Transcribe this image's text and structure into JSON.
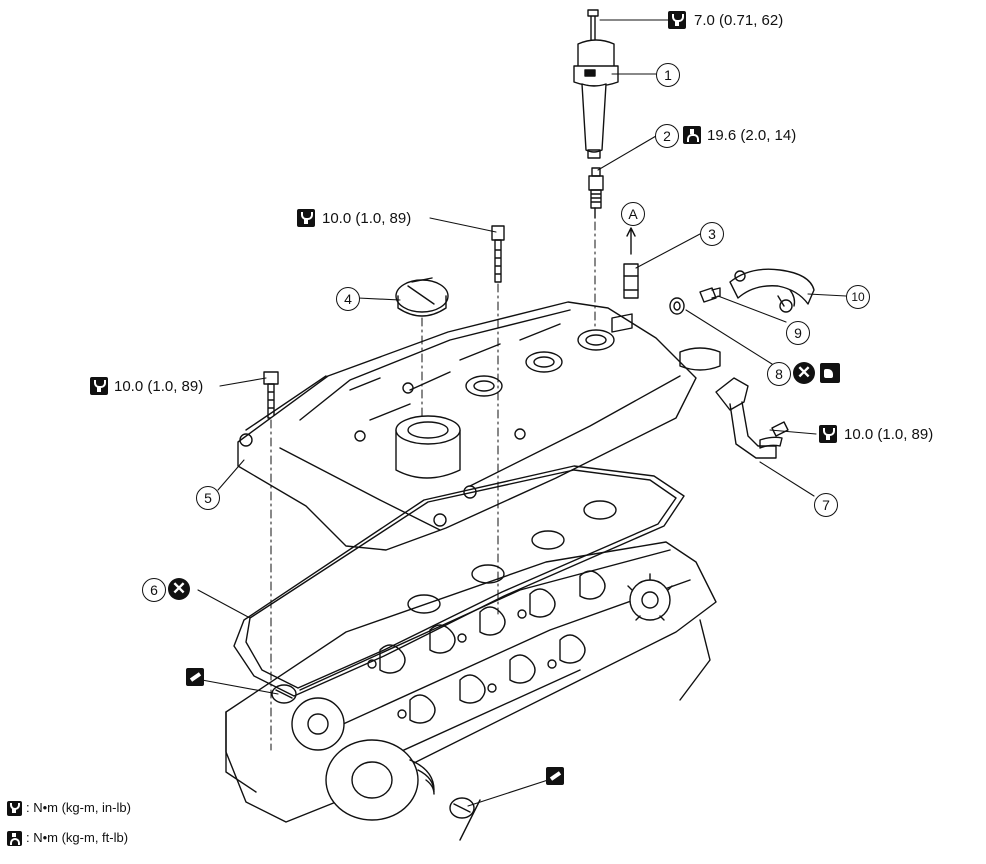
{
  "callouts": {
    "c1": "1",
    "c2": "2",
    "c3": "3",
    "c4": "4",
    "c5": "5",
    "c6": "6",
    "c7": "7",
    "c8": "8",
    "c9": "9",
    "c10": "10",
    "cA": "A"
  },
  "torques": {
    "coil_bolt": "7.0 (0.71, 62)",
    "spark_plug": "19.6 (2.0, 14)",
    "cover_bolt_center": "10.0 (1.0, 89)",
    "cover_bolt_left": "10.0 (1.0, 89)",
    "bracket_bolt": "10.0 (1.0, 89)"
  },
  "legend": {
    "in_lb": ": N•m (kg-m, in-lb)",
    "ft_lb": ": N•m (kg-m, ft-lb)"
  },
  "symbols": {
    "torque_in_lb": "torque-wrench-in-lb-icon",
    "torque_ft_lb": "torque-wrench-ft-lb-icon",
    "replace": "do-not-reuse-x-icon",
    "sealant": "liquid-gasket-icon",
    "lubricate": "oil-can-icon"
  }
}
